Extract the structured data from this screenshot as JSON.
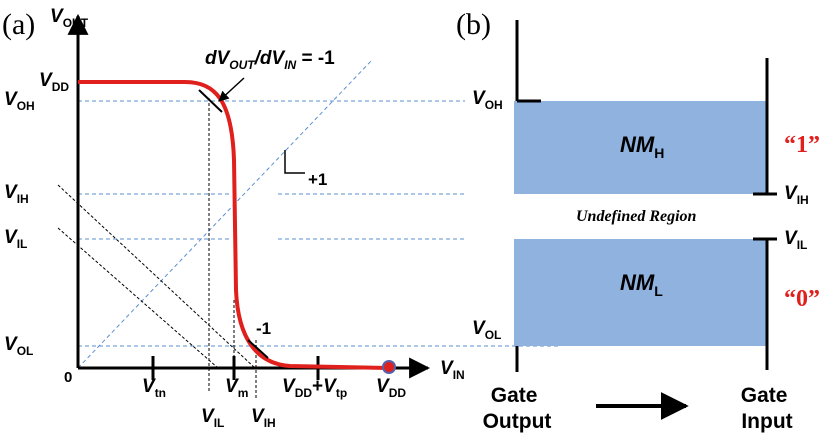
{
  "panel_a": {
    "tag": "(a)",
    "y_axis_label": {
      "main": "V",
      "sub": "OUT"
    },
    "x_axis_label": {
      "main": "V",
      "sub": "IN"
    },
    "origin": "0",
    "slope_label": {
      "text": "dV",
      "sub1": "OUT",
      "mid": "/dV",
      "sub2": "IN",
      "tail": " = -1"
    },
    "plus_one": "+1",
    "minus_one": "-1",
    "y_ticks": [
      {
        "main": "V",
        "sub": "DD"
      },
      {
        "main": "V",
        "sub": "OH"
      },
      {
        "main": "V",
        "sub": "IH"
      },
      {
        "main": "V",
        "sub": "IL"
      },
      {
        "main": "V",
        "sub": "OL"
      }
    ],
    "x_ticks": {
      "vtn": {
        "main": "V",
        "sub": "tn"
      },
      "vm": {
        "main": "V",
        "sub": "m"
      },
      "vddvtp": {
        "main1": "V",
        "sub1": "DD",
        "plus": "+",
        "main2": "V",
        "sub2": "tp"
      },
      "vdd": {
        "main": "V",
        "sub": "DD"
      },
      "vil": {
        "main": "V",
        "sub": "IL"
      },
      "vih": {
        "main": "V",
        "sub": "IH"
      }
    },
    "curve_color": "#e0201c"
  },
  "panel_b": {
    "tag": "(b)",
    "nm_high": {
      "main": "NM",
      "sub": "H"
    },
    "nm_low": {
      "main": "NM",
      "sub": "L"
    },
    "undefined_region": "Undefined Region",
    "logic_one": "“1”",
    "logic_zero": "“0”",
    "voh": {
      "main": "V",
      "sub": "OH"
    },
    "vol": {
      "main": "V",
      "sub": "OL"
    },
    "vih": {
      "main": "V",
      "sub": "IH"
    },
    "vil": {
      "main": "V",
      "sub": "IL"
    },
    "gate_output": [
      "Gate",
      "Output"
    ],
    "gate_input": [
      "Gate",
      "Input"
    ],
    "band_color": "#8fb2df"
  }
}
